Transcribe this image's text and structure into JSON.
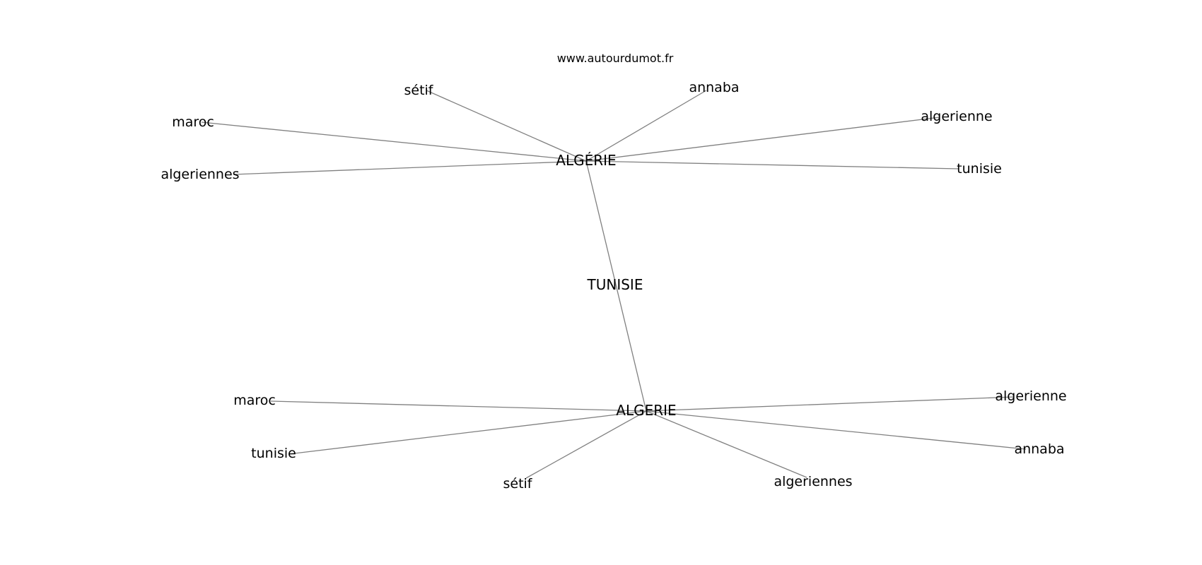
{
  "watermark": "www.autourdumot.fr",
  "colors": {
    "edge": "#808080",
    "text": "#000000",
    "background": "#ffffff"
  },
  "graph": {
    "center": {
      "id": "tunisie_center",
      "label": "TUNISIE"
    },
    "hubs": [
      {
        "id": "hub_algerie_accent",
        "label": "ALGÉRIE",
        "neighbors": [
          {
            "id": "a_setif",
            "label": "sétif"
          },
          {
            "id": "a_annaba",
            "label": "annaba"
          },
          {
            "id": "a_maroc",
            "label": "maroc"
          },
          {
            "id": "a_algerienne",
            "label": "algerienne"
          },
          {
            "id": "a_algeriennes",
            "label": "algeriennes"
          },
          {
            "id": "a_tunisie",
            "label": "tunisie"
          }
        ]
      },
      {
        "id": "hub_algerie",
        "label": "ALGERIE",
        "neighbors": [
          {
            "id": "b_maroc",
            "label": "maroc"
          },
          {
            "id": "b_algerienne",
            "label": "algerienne"
          },
          {
            "id": "b_tunisie",
            "label": "tunisie"
          },
          {
            "id": "b_annaba",
            "label": "annaba"
          },
          {
            "id": "b_setif",
            "label": "sétif"
          },
          {
            "id": "b_algeriennes",
            "label": "algeriennes"
          }
        ]
      }
    ],
    "hub_links": [
      {
        "from": "hub_algerie_accent",
        "to": "hub_algerie"
      }
    ]
  }
}
